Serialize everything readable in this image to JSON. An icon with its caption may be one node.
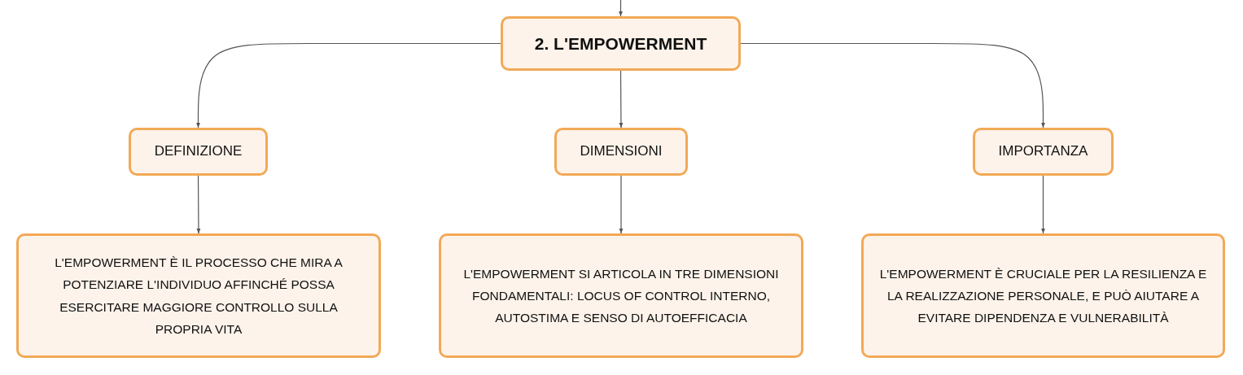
{
  "diagram": {
    "nodes": [
      {
        "text": [
          "2. L'EMPOWERMENT"
        ]
      },
      {
        "text": [
          "DEFINIZIONE"
        ]
      },
      {
        "text": [
          "DIMENSIONI"
        ]
      },
      {
        "text": [
          "IMPORTANZA"
        ]
      },
      {
        "text": [
          "L'EMPOWERMENT È IL PROCESSO CHE MIRA A POTENZIARE L'INDIVIDUO AFFINCHÉ POSSA ESERCITARE MAGGIORE CONTROLLO SULLA PROPRIA VITA"
        ]
      },
      {
        "text": [
          "L'EMPOWERMENT SI ARTICOLA IN TRE DIMENSIONI FONDAMENTALI: LOCUS OF CONTROL INTERNO, AUTOSTIMA E SENSO DI AUTOEFFICACIA"
        ]
      },
      {
        "text": [
          "L'EMPOWERMENT È CRUCIALE PER LA RESILIENZA E LA REALIZZAZIONE PERSONALE, E PUÒ AIUTARE A EVITARE DIPENDENZA E VULNERABILITÀ"
        ]
      }
    ],
    "edges": [
      {
        "from": null,
        "to": 0,
        "arrow": "to"
      },
      {
        "from": 0,
        "to": 1,
        "arrow": "to"
      },
      {
        "from": 0,
        "to": 2,
        "arrow": "to"
      },
      {
        "from": 0,
        "to": 3,
        "arrow": "to"
      },
      {
        "from": 1,
        "to": 4,
        "arrow": "to"
      },
      {
        "from": 2,
        "to": 5,
        "arrow": "to"
      },
      {
        "from": 3,
        "to": 6,
        "arrow": "to"
      }
    ]
  }
}
